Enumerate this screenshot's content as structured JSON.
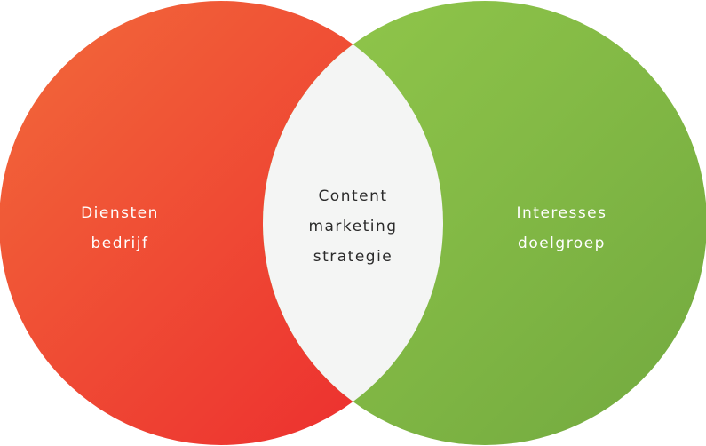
{
  "colors": {
    "left_start": "#f26a3a",
    "left_end": "#ec2a2e",
    "right_start": "#92c84b",
    "right_end": "#72a93f",
    "intersection": "#f4f5f4"
  },
  "left": {
    "line1": "Diensten",
    "line2": "bedrijf"
  },
  "right": {
    "line1": "Interesses",
    "line2": "doelgroep"
  },
  "center": {
    "line1": "Content",
    "line2": "marketing",
    "line3": "strategie"
  }
}
